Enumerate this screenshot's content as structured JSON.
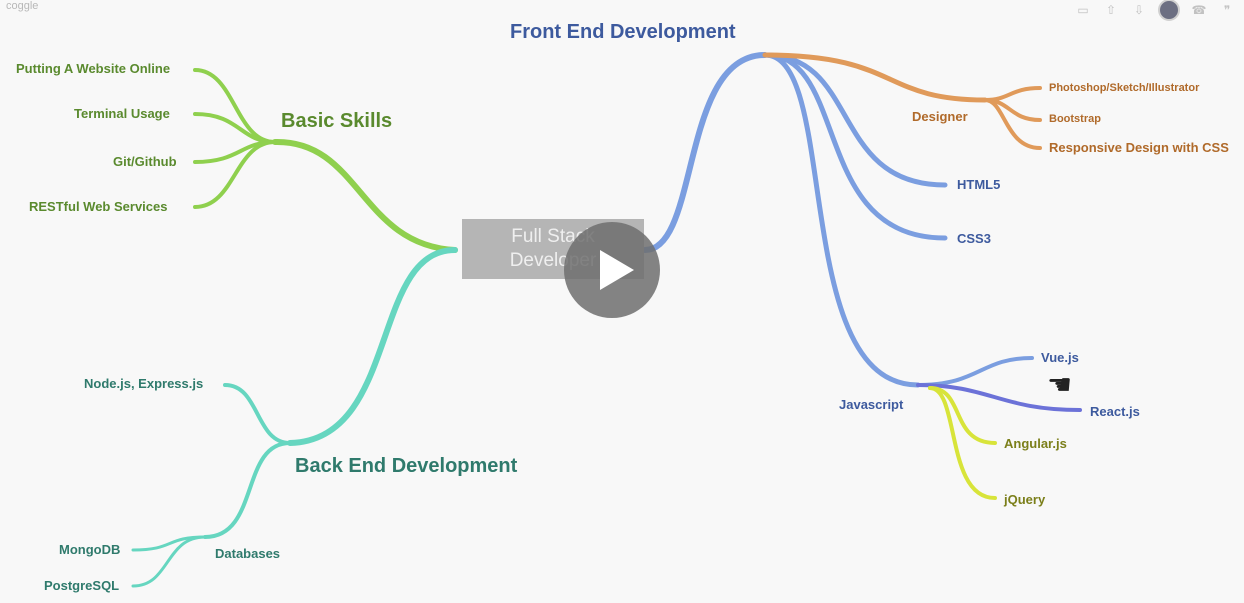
{
  "app": {
    "logo": "coggle"
  },
  "toolbar": {
    "icons": [
      "screen-icon",
      "upload-icon",
      "download-icon",
      "avatar",
      "phone-icon",
      "quote-icon"
    ]
  },
  "center": {
    "line1": "Full Stack",
    "line2": "Developer"
  },
  "basic": {
    "title": "Basic Skills",
    "items": [
      "Putting A Website Online",
      "Terminal Usage",
      "Git/Github",
      "RESTful Web Services"
    ]
  },
  "backend": {
    "title": "Back End Development",
    "node": "Node.js, Express.js",
    "databases": "Databases",
    "db_items": [
      "MongoDB",
      "PostgreSQL"
    ]
  },
  "frontend": {
    "title": "Front End Development",
    "designer": "Designer",
    "designer_items": [
      "Photoshop/Sketch/Illustrator",
      "Bootstrap",
      "Responsive Design with CSS"
    ],
    "html5": "HTML5",
    "css3": "CSS3",
    "javascript": "Javascript",
    "js_items": [
      "Vue.js",
      "React.js",
      "Angular.js",
      "jQuery"
    ]
  },
  "colors": {
    "basic": "#8fd04e",
    "backend": "#66d6c0",
    "frontend": "#7b9ee0",
    "designer": "#e09a5a",
    "javascript_yellow": "#d8e43a",
    "react": "#6c72d8"
  }
}
